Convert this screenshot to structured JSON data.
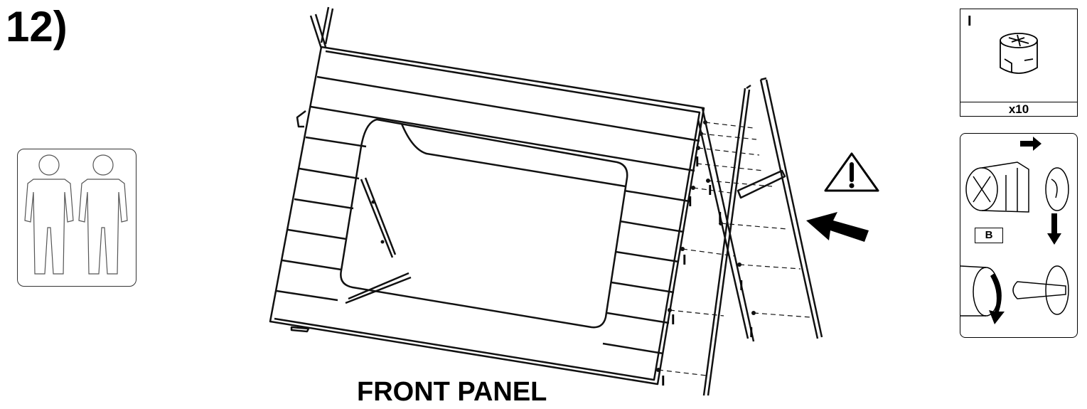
{
  "step": {
    "number": "12)"
  },
  "panel": {
    "label": "FRONT PANEL"
  },
  "hardware": {
    "part_id": "I",
    "quantity": "x10"
  },
  "instruction": {
    "badge": "B"
  },
  "callouts": [
    "I",
    "I",
    "I",
    "I",
    "I",
    "I",
    "I",
    "I",
    "I",
    "I"
  ],
  "icons": {
    "people": "two-person-icon",
    "warning": "warning-triangle-icon",
    "direction": "insert-arrow-icon",
    "cam": "cam-lock-icon"
  }
}
